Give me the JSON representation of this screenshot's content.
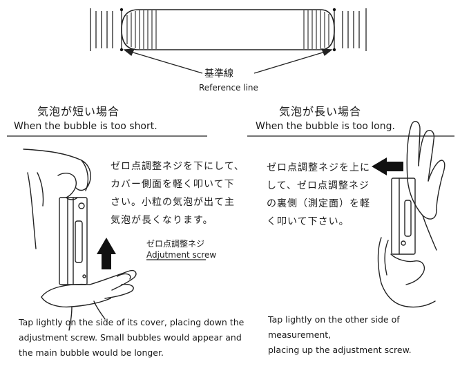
{
  "reference": {
    "jp_label": "基準線",
    "en_label": "Reference line"
  },
  "left": {
    "jp_title": "気泡が短い場合",
    "en_title": "When the bubble is too short.",
    "jp_instructions": [
      "ゼロ点調整ネジを下にして、",
      "カバー側面を軽く叩いて下",
      "さい。小粒の気泡が出て主",
      "気泡が長くなります。"
    ],
    "screw_jp": "ゼロ点調整ネジ",
    "screw_en": "Adjutment screw",
    "en_instructions": [
      "Tap lightly on the side of its cover, placing down the",
      "adjustment screw. Small bubbles would appear and",
      "the main bubble would be longer."
    ]
  },
  "right": {
    "jp_title": "気泡が長い場合",
    "en_title": "When the bubble is too long.",
    "jp_instructions": [
      "ゼロ点調整ネジを上に",
      "して、ゼロ点調整ネジ",
      "の裏側（測定面）を軽",
      "く叩いて下さい。"
    ],
    "en_instructions": [
      "Tap lightly on the other side of measurement,",
      "placing up the adjustment screw."
    ]
  }
}
